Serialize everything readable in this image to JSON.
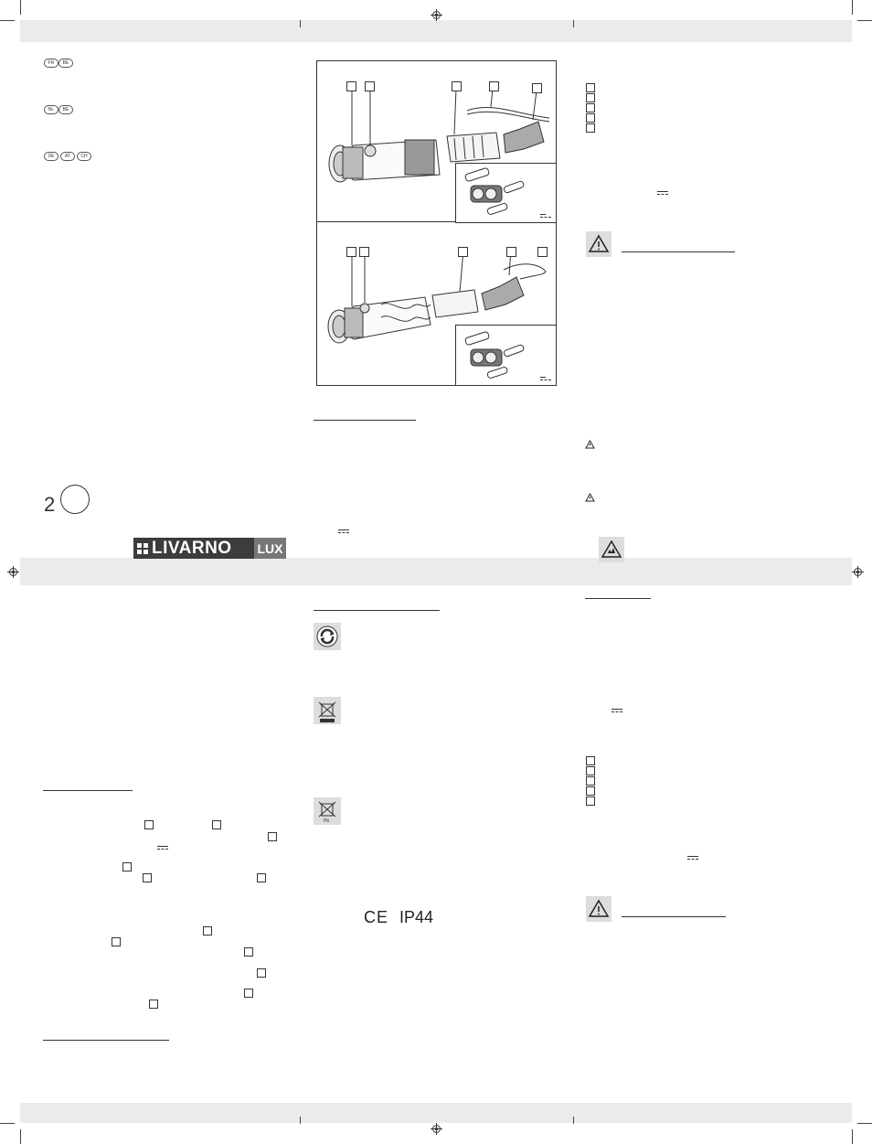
{
  "header": {
    "country_flags_fr": [
      "FR",
      "BE"
    ],
    "country_flags_nl": [
      "NL",
      "BE"
    ],
    "country_flags_de": [
      "DE",
      "AT",
      "CH"
    ]
  },
  "page": {
    "number": "2"
  },
  "brand": {
    "name": "LIVARNO",
    "suffix": "LUX",
    "color": "#3c3c3c",
    "suffix_color": "#777777"
  },
  "certification": {
    "ce_mark": "CE",
    "ip_rating": "IP44"
  },
  "icons": {
    "registration": "crosshair-registration-icon",
    "warning": "warning-triangle-icon",
    "recycling": "green-dot-recycling-icon",
    "weee": "crossed-bin-icon",
    "battery_disposal": "crossed-bin-battery-icon",
    "dc": "direct-current-icon",
    "flashlight": "flashlight-exploded-view-icon"
  },
  "colors": {
    "band": "#ebebeb",
    "rule": "#333333"
  }
}
